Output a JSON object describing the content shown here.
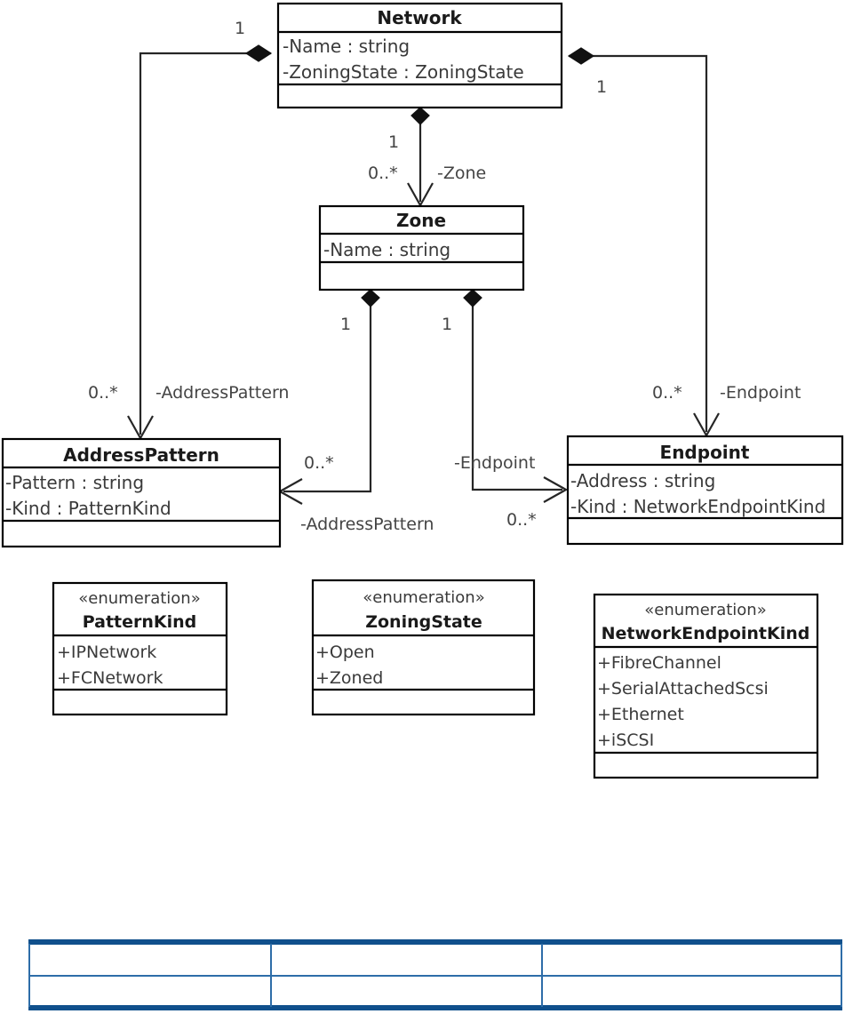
{
  "diagram": {
    "kind": "uml-class-diagram",
    "classes": [
      {
        "id": "network",
        "name": "Network",
        "attributes": [
          "-Name : string",
          "-ZoningState : ZoningState"
        ],
        "operations": []
      },
      {
        "id": "zone",
        "name": "Zone",
        "attributes": [
          "-Name : string"
        ],
        "operations": []
      },
      {
        "id": "addresspattern",
        "name": "AddressPattern",
        "attributes": [
          "-Pattern : string",
          "-Kind : PatternKind"
        ],
        "operations": []
      },
      {
        "id": "endpoint",
        "name": "Endpoint",
        "attributes": [
          "-Address : string",
          "-Kind : NetworkEndpointKind"
        ],
        "operations": []
      }
    ],
    "enumerations": [
      {
        "id": "patternkind",
        "stereotype": "«enumeration»",
        "name": "PatternKind",
        "literals": [
          "+IPNetwork",
          "+FCNetwork"
        ]
      },
      {
        "id": "zoningstate",
        "stereotype": "«enumeration»",
        "name": "ZoningState",
        "literals": [
          "+Open",
          "+Zoned"
        ]
      },
      {
        "id": "networkendpointkind",
        "stereotype": "«enumeration»",
        "name": "NetworkEndpointKind",
        "literals": [
          "+FibreChannel",
          "+SerialAttachedScsi",
          "+Ethernet",
          "+iSCSI"
        ]
      }
    ],
    "associations": [
      {
        "id": "network-addresspattern",
        "from": "Network",
        "to": "AddressPattern",
        "source_multiplicity": "1",
        "target_multiplicity": "0..*",
        "role": "-AddressPattern"
      },
      {
        "id": "network-zone",
        "from": "Network",
        "to": "Zone",
        "source_multiplicity": "1",
        "target_multiplicity": "0..*",
        "role": "-Zone"
      },
      {
        "id": "network-endpoint",
        "from": "Network",
        "to": "Endpoint",
        "source_multiplicity": "1",
        "target_multiplicity": "0..*",
        "role": "-Endpoint"
      },
      {
        "id": "zone-addresspattern",
        "from": "Zone",
        "to": "AddressPattern",
        "source_multiplicity": "1",
        "target_multiplicity": "0..*",
        "role": "-AddressPattern"
      },
      {
        "id": "zone-endpoint",
        "from": "Zone",
        "to": "Endpoint",
        "source_multiplicity": "1",
        "target_multiplicity": "0..*",
        "role": "-Endpoint"
      }
    ]
  },
  "table": {
    "columns": 3,
    "rows": 2,
    "cells": [
      [
        "",
        "",
        ""
      ],
      [
        "",
        "",
        ""
      ]
    ],
    "border_color": "#10508C",
    "inner_color": "#2E6DA8"
  }
}
